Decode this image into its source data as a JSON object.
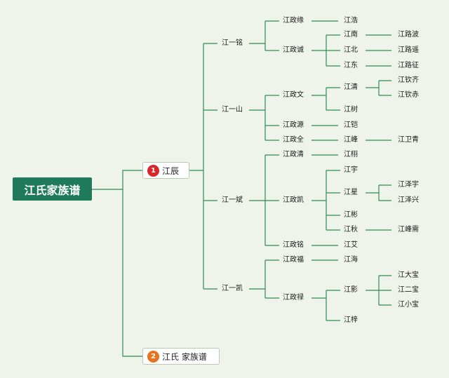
{
  "root": {
    "label": "江氏家族谱"
  },
  "branches": [
    {
      "badge": "1",
      "label": "江辰",
      "badge_color": "#d9262b"
    },
    {
      "badge": "2",
      "label": "江氏 家族谱",
      "badge_color": "#e8731e"
    }
  ],
  "gen1": [
    "江一铭",
    "江一山",
    "江一斌",
    "江一凯"
  ],
  "gen2": [
    "江政缘",
    "江政诚",
    "江政文",
    "江政源",
    "江政全",
    "江政清",
    "江政凯",
    "江政铭",
    "江政福",
    "江政禄"
  ],
  "gen3": [
    "江浩",
    "江南",
    "江北",
    "江东",
    "江清",
    "江树",
    "江铠",
    "江峰",
    "江栩",
    "江宇",
    "江星",
    "江彬",
    "江秋",
    "江艾",
    "江海",
    "江影",
    "江梓"
  ],
  "gen4": [
    "江路波",
    "江路遥",
    "江路征",
    "江钦齐",
    "江钦赤",
    "江卫青",
    "江泽宇",
    "江泽兴",
    "江峰需",
    "江大宝",
    "江二宝",
    "江小宝"
  ],
  "colors": {
    "line": "#2e8b57",
    "root_bg": "#1e7a5a",
    "background": "#eef4ea"
  }
}
